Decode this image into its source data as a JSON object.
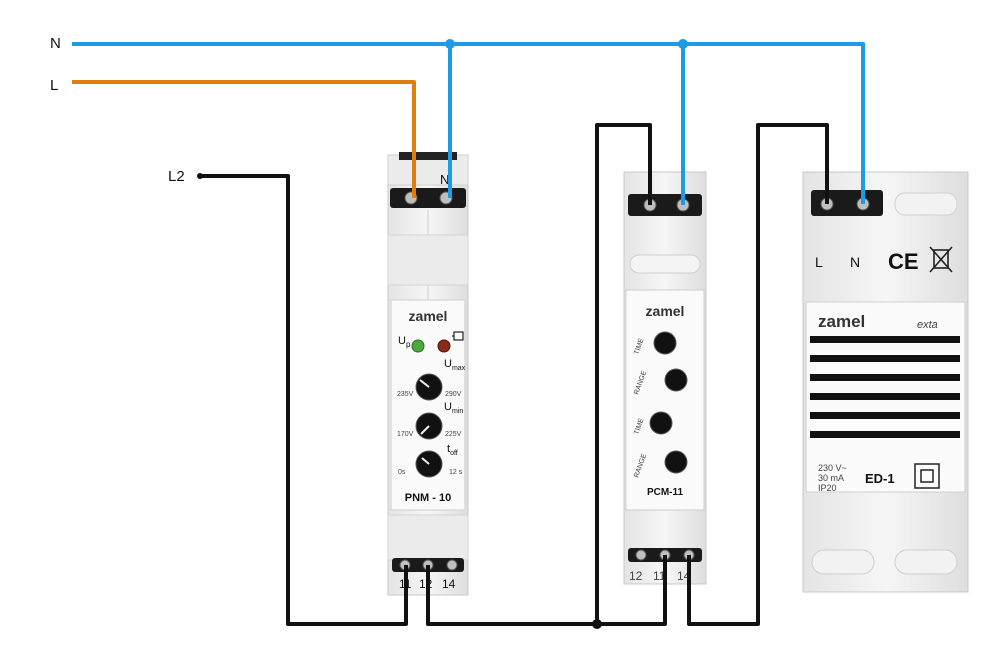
{
  "lines": {
    "n": "N",
    "l": "L",
    "l2": "L2"
  },
  "colors": {
    "neutral": "#1e9be6",
    "live": "#e07d10",
    "load": "#111111"
  },
  "pnm": {
    "brand": "zamel",
    "model": "PNM - 10",
    "up": "U",
    "up_sub": "p",
    "umax": "U",
    "umax_sub": "max",
    "umin": "U",
    "umin_sub": "min",
    "toff": "t",
    "toff_sub": "off",
    "umax_lo": "235V",
    "umax_hi": "290V",
    "umin_lo": "170V",
    "umin_hi": "225V",
    "toff_lo": "0s",
    "toff_hi": "12 s",
    "top_label_n": "N",
    "term_11": "11",
    "term_12": "12",
    "term_14": "14"
  },
  "pcm": {
    "brand": "zamel",
    "model": "PCM-11",
    "time": "TIME",
    "range": "RANGE",
    "term_12": "12",
    "term_11": "11",
    "term_14": "14"
  },
  "ed": {
    "brand": "zamel",
    "exta": "exta",
    "l": "L",
    "n": "N",
    "ce": "CE",
    "spec_1": "230 V~",
    "spec_2": "30 mA",
    "spec_3": "IP20",
    "model": "ED-1"
  }
}
